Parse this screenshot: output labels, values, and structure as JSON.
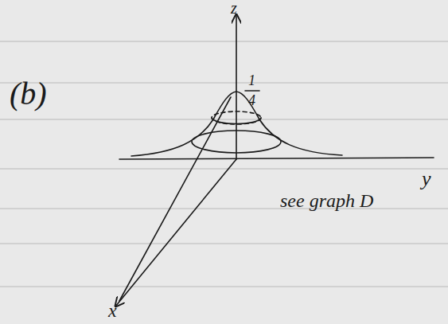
{
  "diagram": {
    "labels": [
      "(b)",
      "z",
      "1",
      "4",
      "y",
      "x",
      "see graph D"
    ]
  }
}
